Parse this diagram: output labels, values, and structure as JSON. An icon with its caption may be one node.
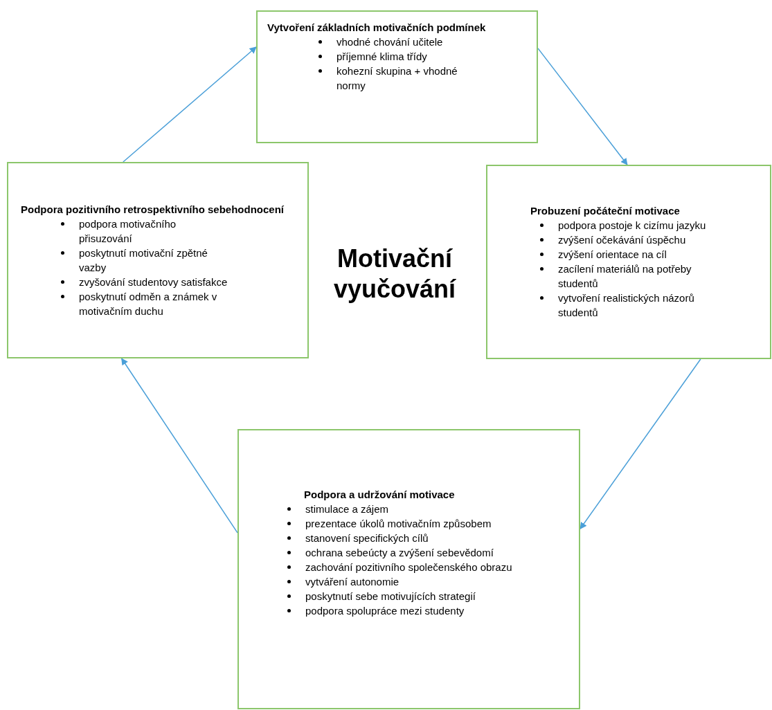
{
  "diagram": {
    "nodes": [
      {
        "text": [
          "Vytvoření základních motivačních podmínek",
          "vhodné chování učitele",
          "příjemné klima třídy",
          "kohezní skupina + vhodné normy"
        ]
      },
      {
        "text": [
          "Probuzení počáteční motivace",
          "podpora postoje k cizímu jazyku",
          "zvýšení očekávání úspěchu",
          "zvýšení orientace na cíl",
          "zacílení materiálů na potřeby studentů",
          "vytvoření realistických názorů studentů"
        ]
      },
      {
        "text": [
          "Podpora a udržování motivace",
          "stimulace a zájem",
          "prezentace úkolů motivačním způsobem",
          "stanovení specifických cílů",
          "ochrana sebeúcty a zvýšení sebevědomí",
          "zachování pozitivního společenského obrazu",
          "vytváření autonomie",
          "poskytnutí sebe motivujících strategií",
          "podpora spolupráce mezi studenty"
        ]
      },
      {
        "text": [
          "Podpora pozitivního retrospektivního sebehodnocení",
          "podpora motivačního přisuzování",
          "poskytnutí motivační zpětné vazby",
          "zvyšování studentovy satisfakce",
          "poskytnutí odměn a známek v motivačním duchu"
        ]
      }
    ],
    "edges": [
      {
        "from": 0,
        "to": 1,
        "arrow": "to"
      },
      {
        "from": 1,
        "to": 2,
        "arrow": "to"
      },
      {
        "from": 2,
        "to": 3,
        "arrow": "to"
      },
      {
        "from": 3,
        "to": 0,
        "arrow": "to"
      }
    ],
    "labels": [
      "Motivační vyučování"
    ]
  }
}
